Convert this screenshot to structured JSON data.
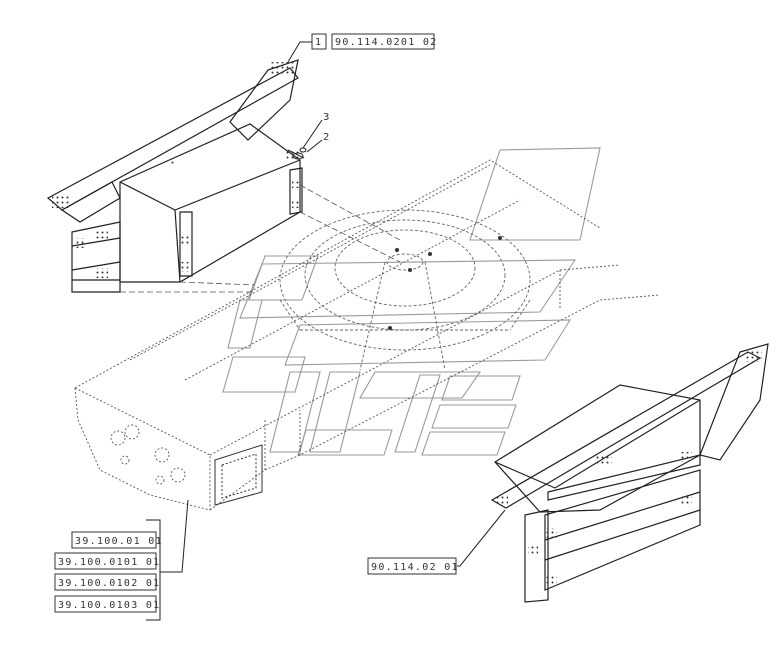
{
  "top_callout": {
    "item": "1",
    "part": "90.114.0201 02"
  },
  "small_callouts": [
    "3",
    "2"
  ],
  "right_callout": {
    "part": "90.114.02 01"
  },
  "left_stack": [
    "39.100.01 01",
    "39.100.0101 01",
    "39.100.0102 01",
    "39.100.0103 01"
  ],
  "colors": {
    "line": "#333333",
    "hidden": "#777777",
    "watermark": "#999999"
  }
}
